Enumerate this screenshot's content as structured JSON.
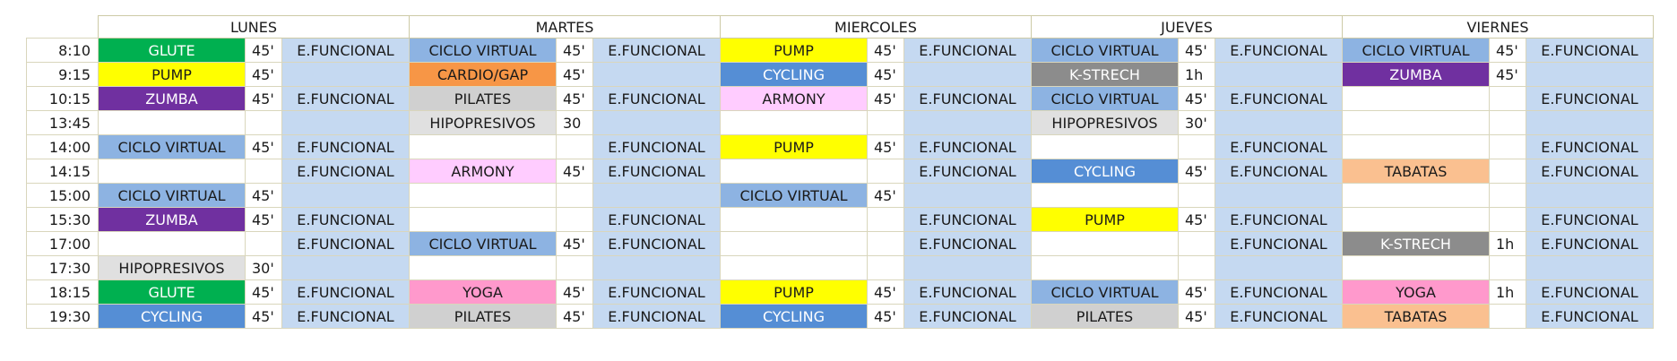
{
  "days": [
    "LUNES",
    "MARTES",
    "MIERCOLES",
    "JUEVES",
    "VIERNES"
  ],
  "colors": {
    "GLUTE": "#00b050",
    "PUMP": "#ffff00",
    "ZUMBA": "#7030a0",
    "CICLO VIRTUAL": "#8db3e2",
    "CYCLING": "#558ed5",
    "CARDIO/GAP": "#f79646",
    "PILATES": "#d0d0d0",
    "HIPOPRESIVOS": "#e0e0e0",
    "ARMONY": "#ffccff",
    "YOGA": "#ff99cc",
    "K-STRECH": "#8c8c8c",
    "TABATAS": "#fac090",
    "functional_bg": "#c5d9f1"
  },
  "light_text_classes": [
    "GLUTE",
    "ZUMBA",
    "CYCLING",
    "K-STRECH"
  ],
  "rows": [
    {
      "time": "8:10",
      "cells": [
        {
          "cls": "GLUTE",
          "dur": "45'",
          "func": "E.FUNCIONAL"
        },
        {
          "cls": "CICLO VIRTUAL",
          "dur": "45'",
          "func": "E.FUNCIONAL"
        },
        {
          "cls": "PUMP",
          "dur": "45'",
          "func": "E.FUNCIONAL"
        },
        {
          "cls": "CICLO VIRTUAL",
          "dur": "45'",
          "func": "E.FUNCIONAL"
        },
        {
          "cls": "CICLO VIRTUAL",
          "dur": "45'",
          "func": "E.FUNCIONAL"
        }
      ]
    },
    {
      "time": "9:15",
      "cells": [
        {
          "cls": "PUMP",
          "dur": "45'",
          "func": ""
        },
        {
          "cls": "CARDIO/GAP",
          "dur": "45'",
          "func": ""
        },
        {
          "cls": "CYCLING",
          "dur": "45'",
          "func": ""
        },
        {
          "cls": "K-STRECH",
          "dur": "1h",
          "func": ""
        },
        {
          "cls": "ZUMBA",
          "dur": "45'",
          "func": ""
        }
      ]
    },
    {
      "time": "10:15",
      "cells": [
        {
          "cls": "ZUMBA",
          "dur": "45'",
          "func": "E.FUNCIONAL"
        },
        {
          "cls": "PILATES",
          "dur": "45'",
          "func": "E.FUNCIONAL"
        },
        {
          "cls": "ARMONY",
          "dur": "45'",
          "func": "E.FUNCIONAL"
        },
        {
          "cls": "CICLO VIRTUAL",
          "dur": "45'",
          "func": "E.FUNCIONAL"
        },
        {
          "cls": "",
          "dur": "",
          "func": "E.FUNCIONAL"
        }
      ]
    },
    {
      "time": "13:45",
      "cells": [
        {
          "cls": "",
          "dur": "",
          "func": ""
        },
        {
          "cls": "HIPOPRESIVOS",
          "dur": "30",
          "func": ""
        },
        {
          "cls": "",
          "dur": "",
          "func": ""
        },
        {
          "cls": "HIPOPRESIVOS",
          "dur": "30'",
          "func": ""
        },
        {
          "cls": "",
          "dur": "",
          "func": ""
        }
      ]
    },
    {
      "time": "14:00",
      "cells": [
        {
          "cls": "CICLO VIRTUAL",
          "dur": "45'",
          "func": "E.FUNCIONAL"
        },
        {
          "cls": "",
          "dur": "",
          "func": "E.FUNCIONAL"
        },
        {
          "cls": "PUMP",
          "dur": "45'",
          "func": "E.FUNCIONAL"
        },
        {
          "cls": "",
          "dur": "",
          "func": "E.FUNCIONAL"
        },
        {
          "cls": "",
          "dur": "",
          "func": "E.FUNCIONAL"
        }
      ]
    },
    {
      "time": "14:15",
      "cells": [
        {
          "cls": "",
          "dur": "",
          "func": "E.FUNCIONAL"
        },
        {
          "cls": "ARMONY",
          "dur": "45'",
          "func": "E.FUNCIONAL"
        },
        {
          "cls": "",
          "dur": "",
          "func": "E.FUNCIONAL"
        },
        {
          "cls": "CYCLING",
          "dur": "45'",
          "func": "E.FUNCIONAL"
        },
        {
          "cls": "TABATAS",
          "dur": "",
          "func": "E.FUNCIONAL"
        }
      ]
    },
    {
      "time": "15:00",
      "cells": [
        {
          "cls": "CICLO VIRTUAL",
          "dur": "45'",
          "func": ""
        },
        {
          "cls": "",
          "dur": "",
          "func": ""
        },
        {
          "cls": "CICLO VIRTUAL",
          "dur": "45'",
          "func": ""
        },
        {
          "cls": "",
          "dur": "",
          "func": ""
        },
        {
          "cls": "",
          "dur": "",
          "func": ""
        }
      ]
    },
    {
      "time": "15:30",
      "cells": [
        {
          "cls": "ZUMBA",
          "dur": "45'",
          "func": "E.FUNCIONAL"
        },
        {
          "cls": "",
          "dur": "",
          "func": "E.FUNCIONAL"
        },
        {
          "cls": "",
          "dur": "",
          "func": "E.FUNCIONAL"
        },
        {
          "cls": "PUMP",
          "dur": "45'",
          "func": "E.FUNCIONAL"
        },
        {
          "cls": "",
          "dur": "",
          "func": "E.FUNCIONAL"
        }
      ]
    },
    {
      "time": "17:00",
      "cells": [
        {
          "cls": "",
          "dur": "",
          "func": "E.FUNCIONAL"
        },
        {
          "cls": "CICLO VIRTUAL",
          "dur": "45'",
          "func": "E.FUNCIONAL"
        },
        {
          "cls": "",
          "dur": "",
          "func": "E.FUNCIONAL"
        },
        {
          "cls": "",
          "dur": "",
          "func": "E.FUNCIONAL"
        },
        {
          "cls": "K-STRECH",
          "dur": "1h",
          "func": "E.FUNCIONAL"
        }
      ]
    },
    {
      "time": "17:30",
      "cells": [
        {
          "cls": "HIPOPRESIVOS",
          "dur": "30'",
          "func": ""
        },
        {
          "cls": "",
          "dur": "",
          "func": ""
        },
        {
          "cls": "",
          "dur": "",
          "func": ""
        },
        {
          "cls": "",
          "dur": "",
          "func": ""
        },
        {
          "cls": "",
          "dur": "",
          "func": ""
        }
      ]
    },
    {
      "time": "18:15",
      "cells": [
        {
          "cls": "GLUTE",
          "dur": "45'",
          "func": "E.FUNCIONAL"
        },
        {
          "cls": "YOGA",
          "dur": "45'",
          "func": "E.FUNCIONAL"
        },
        {
          "cls": "PUMP",
          "dur": "45'",
          "func": "E.FUNCIONAL"
        },
        {
          "cls": "CICLO VIRTUAL",
          "dur": "45'",
          "func": "E.FUNCIONAL"
        },
        {
          "cls": "YOGA",
          "dur": "1h",
          "func": "E.FUNCIONAL"
        }
      ]
    },
    {
      "time": "19:30",
      "cells": [
        {
          "cls": "CYCLING",
          "dur": "45'",
          "func": "E.FUNCIONAL"
        },
        {
          "cls": "PILATES",
          "dur": "45'",
          "func": "E.FUNCIONAL"
        },
        {
          "cls": "CYCLING",
          "dur": "45'",
          "func": "E.FUNCIONAL"
        },
        {
          "cls": "PILATES",
          "dur": "45'",
          "func": "E.FUNCIONAL"
        },
        {
          "cls": "TABATAS",
          "dur": "",
          "func": "E.FUNCIONAL"
        }
      ]
    }
  ]
}
